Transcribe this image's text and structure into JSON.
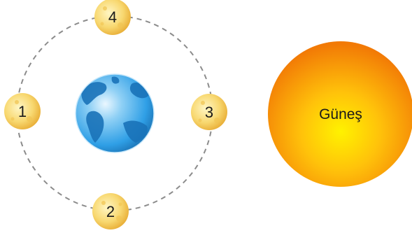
{
  "sun": {
    "label": "Güneş"
  },
  "moons": [
    {
      "label": "1"
    },
    {
      "label": "2"
    },
    {
      "label": "3"
    },
    {
      "label": "4"
    }
  ],
  "colors": {
    "orbit": "#8c8c8c",
    "moon_fill": "#f6d36a",
    "moon_edge": "#e8ad35",
    "sun_center": "#fff200",
    "sun_mid": "#ffb400",
    "sun_edge": "#f27a06",
    "ocean": "#2f9fe6",
    "land": "#1a73b8"
  }
}
